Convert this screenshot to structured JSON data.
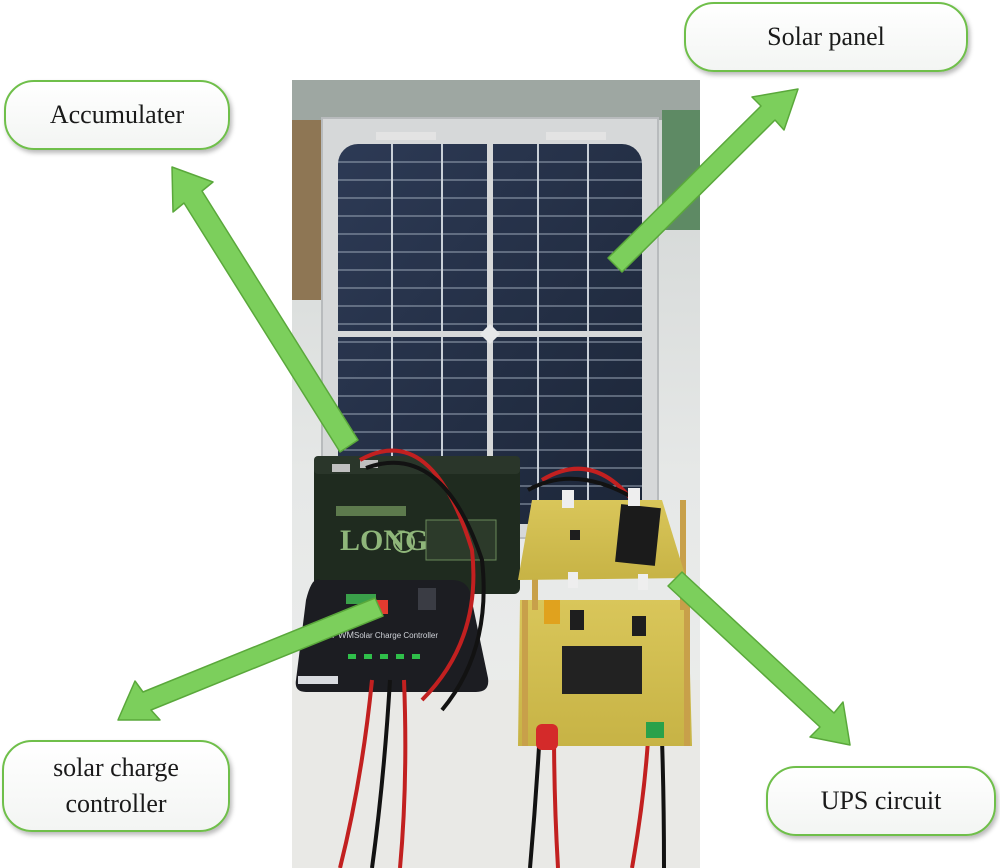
{
  "labels": {
    "accumulator": "Accumulater",
    "solar_panel": "Solar panel",
    "charge_controller": "solar charge controller",
    "ups": "UPS circuit"
  },
  "photo": {
    "battery_brand": "LONG",
    "controller_text": "Solar Charge Controller",
    "controller_badge": "PWM"
  },
  "colors": {
    "arrow_fill": "#7ccf5c",
    "arrow_stroke": "#5aa83b",
    "box_border": "#6fbf4a"
  }
}
